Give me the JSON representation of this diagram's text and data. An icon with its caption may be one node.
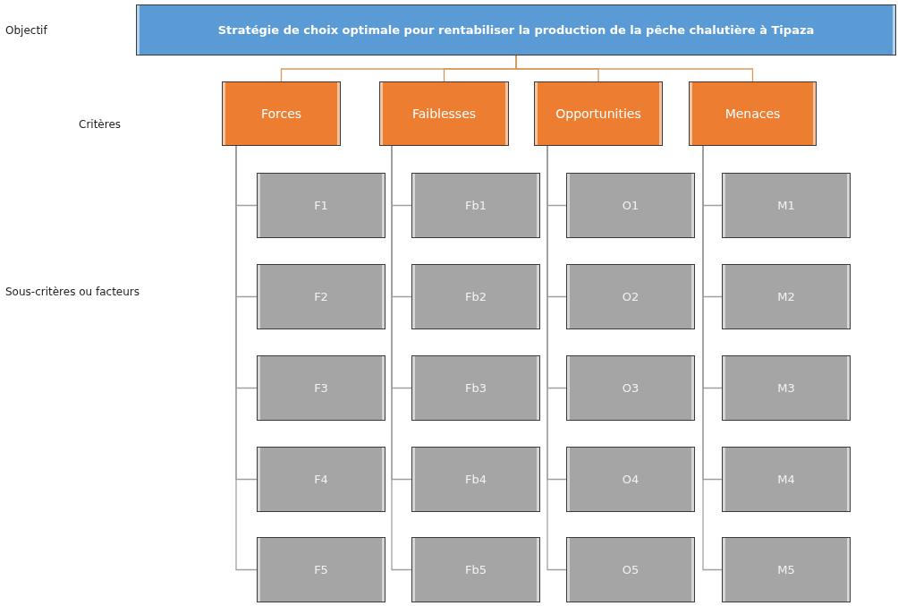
{
  "diagram": {
    "nodes": [
      {
        "text": [
          "Stratégie de choix optimale pour rentabiliser la production de la pêche chalutière à Tipaza"
        ]
      },
      {
        "text": [
          "Forces"
        ]
      },
      {
        "text": [
          "Faiblesses"
        ]
      },
      {
        "text": [
          "Opportunities"
        ]
      },
      {
        "text": [
          "Menaces"
        ]
      },
      {
        "text": [
          "F1"
        ]
      },
      {
        "text": [
          "Fb1"
        ]
      },
      {
        "text": [
          "O1"
        ]
      },
      {
        "text": [
          "M1"
        ]
      },
      {
        "text": [
          "F2"
        ]
      },
      {
        "text": [
          "Fb2"
        ]
      },
      {
        "text": [
          "O2"
        ]
      },
      {
        "text": [
          "M2"
        ]
      },
      {
        "text": [
          "F3"
        ]
      },
      {
        "text": [
          "Fb3"
        ]
      },
      {
        "text": [
          "O3"
        ]
      },
      {
        "text": [
          "M3"
        ]
      },
      {
        "text": [
          "F4"
        ]
      },
      {
        "text": [
          "Fb4"
        ]
      },
      {
        "text": [
          "O4"
        ]
      },
      {
        "text": [
          "M4"
        ]
      },
      {
        "text": [
          "F5"
        ]
      },
      {
        "text": [
          "Fb5"
        ]
      },
      {
        "text": [
          "O5"
        ]
      },
      {
        "text": [
          "M5"
        ]
      }
    ],
    "edges": [
      {
        "from": 0,
        "to": 1,
        "arrow": "none",
        "color": "#d39a5e"
      },
      {
        "from": 0,
        "to": 2,
        "arrow": "none",
        "color": "#d39a5e"
      },
      {
        "from": 0,
        "to": 3,
        "arrow": "none",
        "color": "#d39a5e"
      },
      {
        "from": 0,
        "to": 4,
        "arrow": "none",
        "color": "#d39a5e"
      },
      {
        "from": 1,
        "to": 5,
        "arrow": "none"
      },
      {
        "from": 1,
        "to": 9,
        "arrow": "none"
      },
      {
        "from": 1,
        "to": 13,
        "arrow": "none"
      },
      {
        "from": 1,
        "to": 17,
        "arrow": "none"
      },
      {
        "from": 1,
        "to": 21,
        "arrow": "none"
      },
      {
        "from": 2,
        "to": 6,
        "arrow": "none"
      },
      {
        "from": 2,
        "to": 10,
        "arrow": "none"
      },
      {
        "from": 2,
        "to": 14,
        "arrow": "none"
      },
      {
        "from": 2,
        "to": 18,
        "arrow": "none"
      },
      {
        "from": 2,
        "to": 22,
        "arrow": "none"
      },
      {
        "from": 3,
        "to": 7,
        "arrow": "none"
      },
      {
        "from": 3,
        "to": 11,
        "arrow": "none"
      },
      {
        "from": 3,
        "to": 15,
        "arrow": "none"
      },
      {
        "from": 3,
        "to": 19,
        "arrow": "none"
      },
      {
        "from": 3,
        "to": 23,
        "arrow": "none"
      },
      {
        "from": 4,
        "to": 8,
        "arrow": "none"
      },
      {
        "from": 4,
        "to": 12,
        "arrow": "none"
      },
      {
        "from": 4,
        "to": 16,
        "arrow": "none"
      },
      {
        "from": 4,
        "to": 20,
        "arrow": "none"
      },
      {
        "from": 4,
        "to": 24,
        "arrow": "none"
      }
    ],
    "labels": [
      "Objectif",
      "Critères",
      "Sous-critères ou facteurs"
    ]
  }
}
